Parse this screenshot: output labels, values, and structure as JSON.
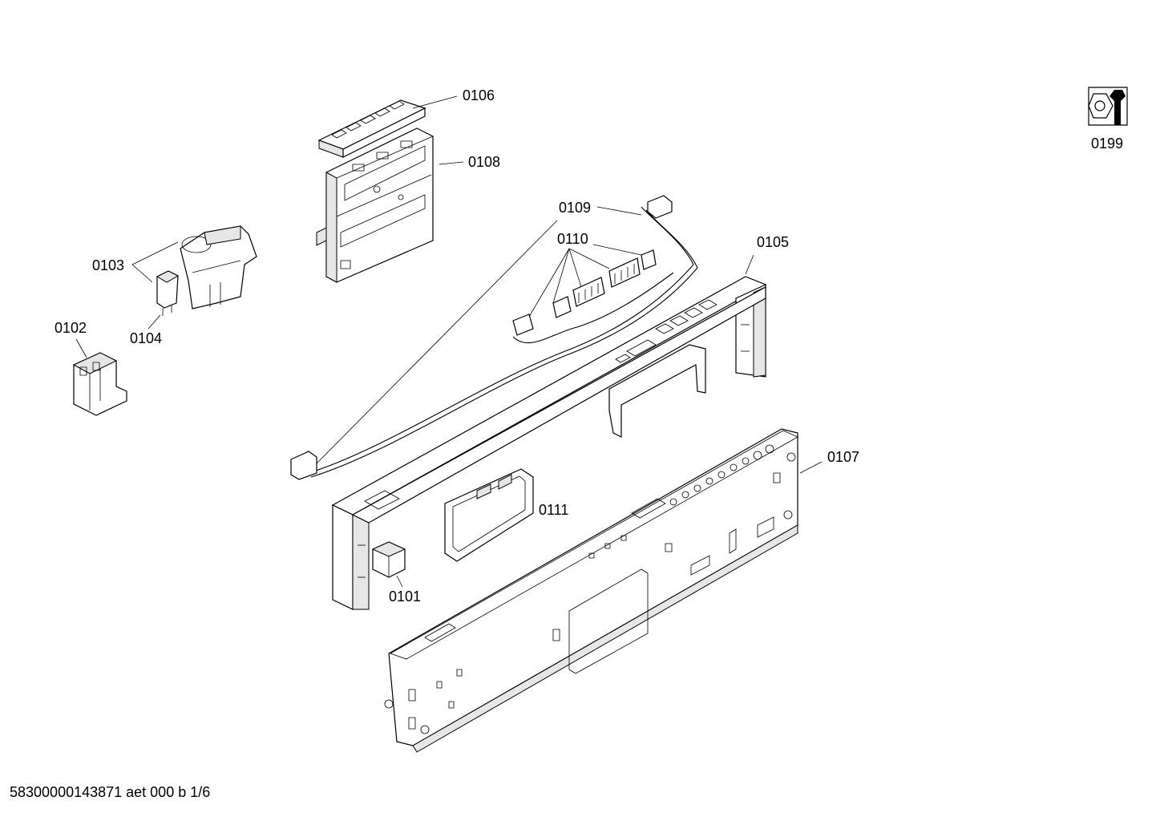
{
  "labels": {
    "p0101": "0101",
    "p0102": "0102",
    "p0103": "0103",
    "p0104": "0104",
    "p0105": "0105",
    "p0106": "0106",
    "p0107": "0107",
    "p0108": "0108",
    "p0109": "0109",
    "p0110": "0110",
    "p0111": "0111",
    "p0199": "0199"
  },
  "footer": "58300000143871 aet 000 b 1/6",
  "icons": {
    "service_kit": "nut-and-wrench-icon"
  }
}
